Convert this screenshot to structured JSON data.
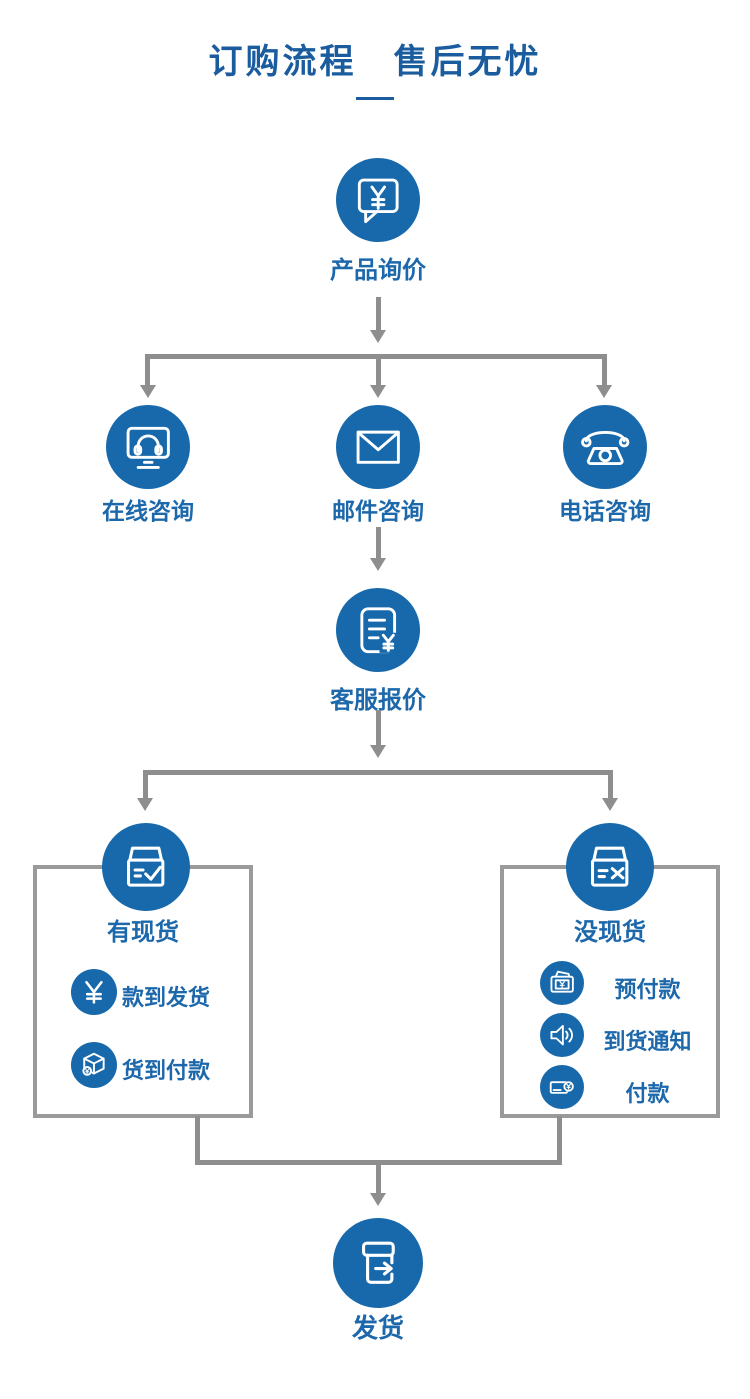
{
  "colors": {
    "node_circle_blue": "#1769ab",
    "label_text_blue": "#1d68ab",
    "title_blue": "#1a5c9e",
    "connector_gray": "#8e8e8e",
    "box_border_gray": "#9a9a9a"
  },
  "title": {
    "text": "订购流程　售后无忧"
  },
  "flow": {
    "inquiry": {
      "label": "产品询价",
      "icon": "chat-bubble-yen-icon"
    },
    "channels": [
      {
        "label": "在线咨询",
        "icon": "monitor-headset-icon"
      },
      {
        "label": "邮件咨询",
        "icon": "envelope-icon"
      },
      {
        "label": "电话咨询",
        "icon": "telephone-icon"
      }
    ],
    "quote": {
      "label": "客服报价",
      "icon": "document-yen-icon"
    },
    "in_stock": {
      "label": "有现货",
      "icon": "box-check-icon",
      "items": [
        {
          "label": "款到发货",
          "icon": "yen-icon"
        },
        {
          "label": "货到付款",
          "icon": "package-yen-icon"
        }
      ]
    },
    "out_of_stock": {
      "label": "没现货",
      "icon": "box-x-icon",
      "items": [
        {
          "label": "预付款",
          "icon": "wallet-yen-icon"
        },
        {
          "label": "到货通知",
          "icon": "speaker-icon"
        },
        {
          "label": "付款",
          "icon": "card-yen-icon"
        }
      ]
    },
    "ship": {
      "label": "发货",
      "icon": "box-arrow-icon"
    }
  }
}
